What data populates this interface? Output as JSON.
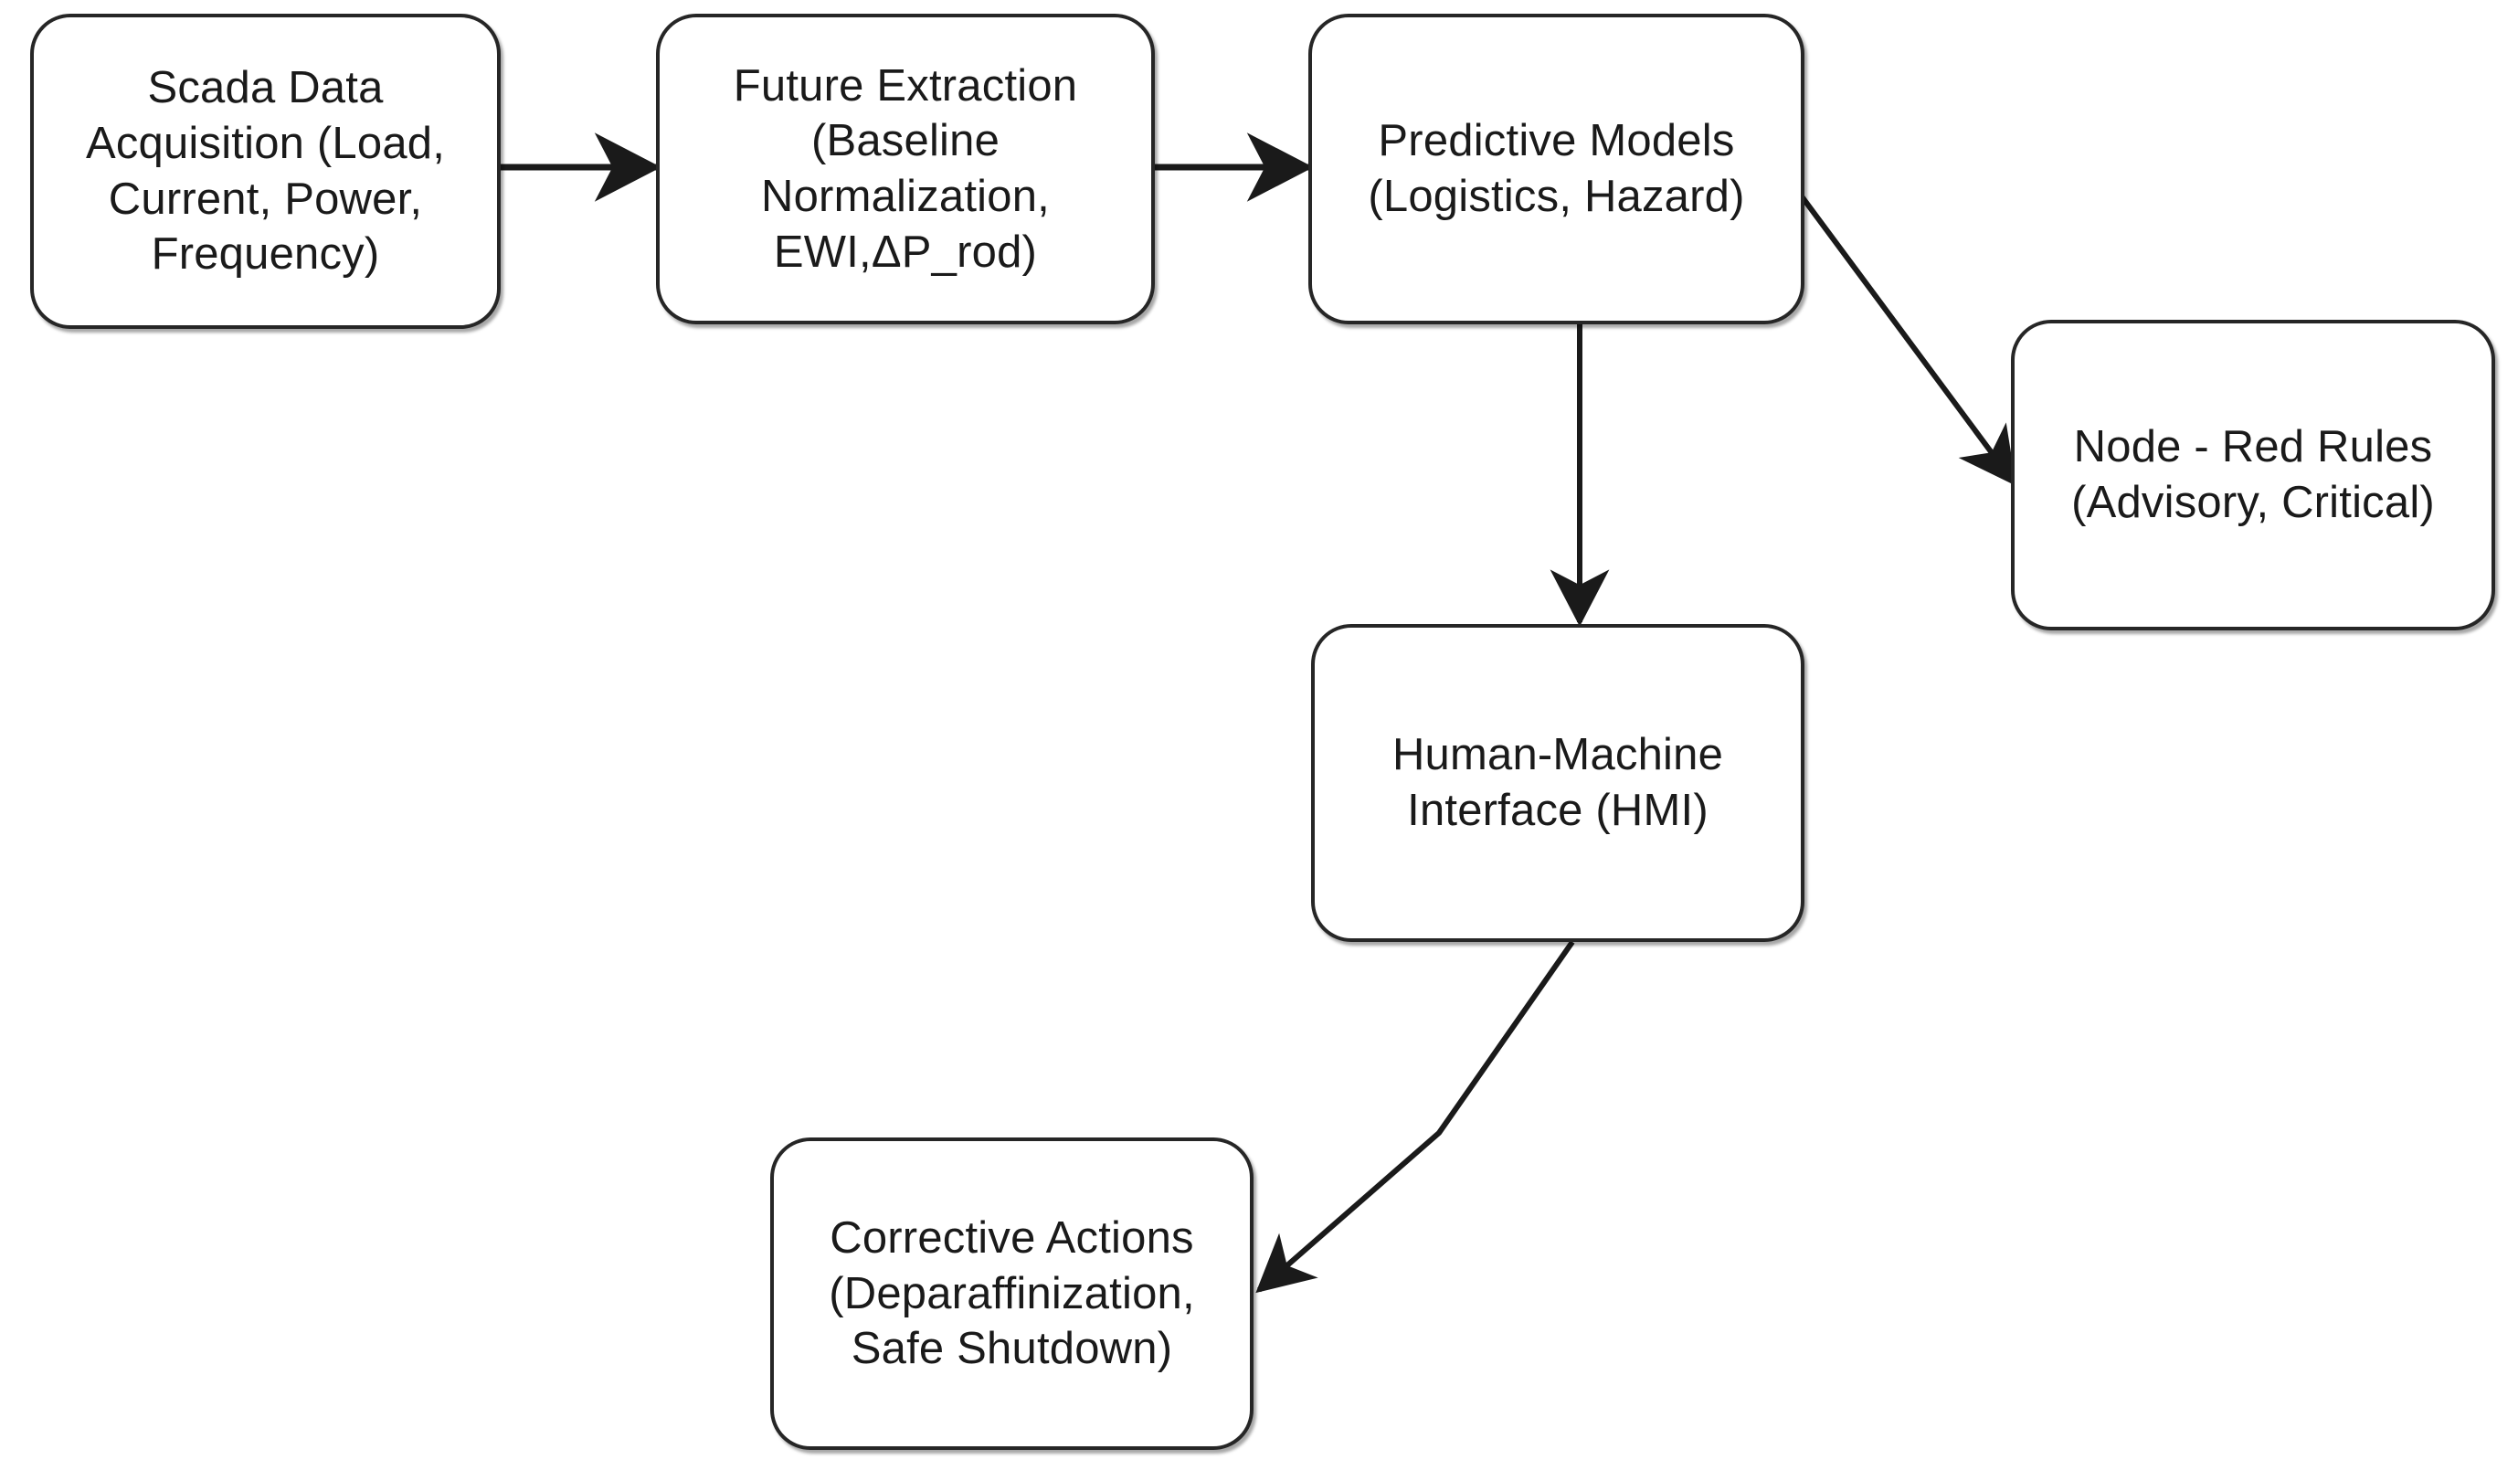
{
  "diagram": {
    "title": "SCADA predictive maintenance pipeline flowchart",
    "background_color": "#ffffff",
    "node_border_color": "#262626",
    "node_fill_color": "#ffffff",
    "text_color": "#1a1a1a",
    "edge_color": "#1a1a1a",
    "nodes": [
      {
        "id": "scada-data-acquisition",
        "label": "Scada Data\nAcquisition (Load,\nCurrent, Power,\nFrequency)",
        "shape": "rounded-rectangle"
      },
      {
        "id": "future-extraction",
        "label": "Future Extraction\n(Baseline\nNormalization,\nEWI,ΔP_rod)",
        "shape": "rounded-rectangle"
      },
      {
        "id": "predictive-models",
        "label": "Predictive Models\n(Logistics, Hazard)",
        "shape": "rounded-rectangle"
      },
      {
        "id": "node-red-rules",
        "label": "Node - Red Rules\n(Advisory, Critical)",
        "shape": "rounded-rectangle"
      },
      {
        "id": "human-machine-interface",
        "label": "Human-Machine\nInterface (HMI)",
        "shape": "rounded-rectangle"
      },
      {
        "id": "corrective-actions",
        "label": "Corrective Actions\n(Deparaffinization,\nSafe Shutdown)",
        "shape": "rounded-rectangle"
      }
    ],
    "edges": [
      {
        "id": "edge-1",
        "from": "scada-data-acquisition",
        "to": "future-extraction",
        "style": "straight-horizontal",
        "arrowhead": "filled-triangle"
      },
      {
        "id": "edge-2",
        "from": "future-extraction",
        "to": "predictive-models",
        "style": "straight-horizontal",
        "arrowhead": "filled-triangle"
      },
      {
        "id": "edge-3",
        "from": "predictive-models",
        "to": "node-red-rules",
        "style": "diagonal",
        "arrowhead": "filled-triangle"
      },
      {
        "id": "edge-4",
        "from": "predictive-models",
        "to": "human-machine-interface",
        "style": "straight-vertical",
        "arrowhead": "filled-triangle"
      },
      {
        "id": "edge-5",
        "from": "human-machine-interface",
        "to": "corrective-actions",
        "style": "bent-polyline",
        "arrowhead": "filled-triangle"
      }
    ]
  }
}
